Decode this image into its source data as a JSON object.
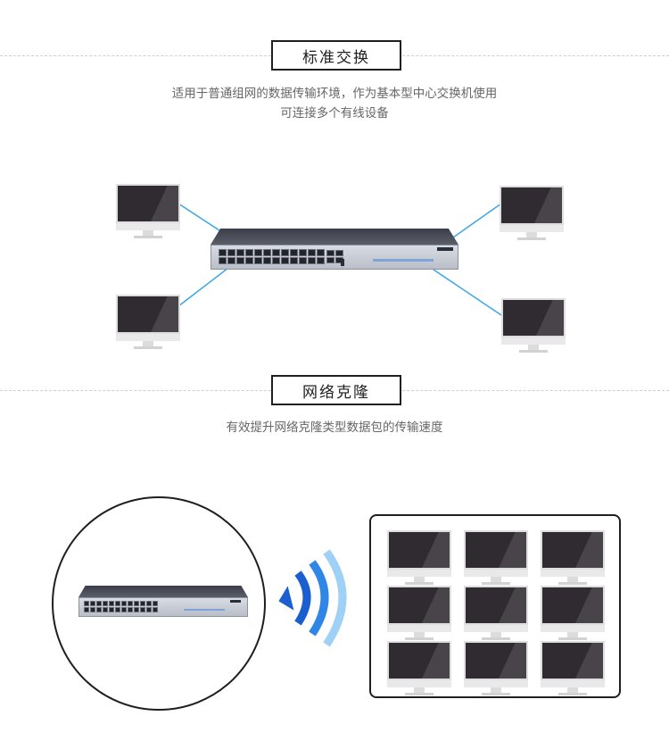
{
  "section1": {
    "title": "标准交换",
    "desc_line1": "适用于普通组网的数据传输环境，作为基本型中心交换机使用",
    "desc_line2": "可连接多个有线设备"
  },
  "section2": {
    "title": "网络克隆",
    "desc": "有效提升网络克隆类型数据包的传输速度"
  },
  "colors": {
    "link_line": "#3aa6e8",
    "wifi_outer": "#9fd0f5",
    "wifi_mid": "#2f86e6",
    "wifi_inner": "#1a5fcf",
    "monitor_screen": "#302a31"
  },
  "icons": {
    "monitor": "monitor-icon",
    "switch": "network-switch-icon",
    "wireless": "wifi-signal-icon"
  }
}
